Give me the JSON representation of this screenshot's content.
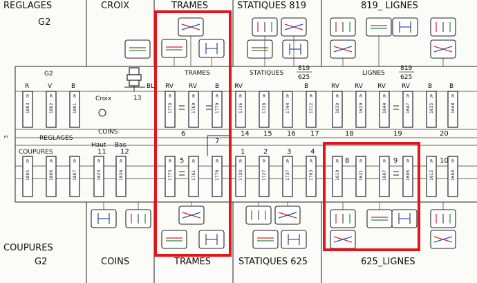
{
  "headers": {
    "top": [
      "REGLAGES",
      "G2",
      "CROIX",
      "TRAMES",
      "STATIQUES 819",
      "819_ LIGNES"
    ],
    "bottom": [
      "COUPURES",
      "G2",
      "COINS",
      "TRAMES",
      "STATIQUES 625",
      "625_LIGNES"
    ]
  },
  "upper_labels": {
    "g2": "G2",
    "rvb": [
      "R",
      "V",
      "B"
    ],
    "bl": "BL",
    "bl_num": "13",
    "croix": "Croix",
    "trames": "TRAMES",
    "statiques": "STATIQUES",
    "frac_top": "819",
    "frac_bot": "625",
    "lignes": "LIGNES",
    "frac2_top": "819",
    "frac2_bot": "625",
    "rv": "RV",
    "b": "B"
  },
  "upper_resistors": [
    "1803",
    "1802",
    "1801",
    "1770",
    "1769",
    "1779",
    "1736",
    "1728",
    "1744",
    "1712",
    "1630",
    "1629",
    "1644",
    "1647",
    "1635",
    "1648"
  ],
  "upper_groups": [
    "6",
    "14",
    "15",
    "16",
    "17",
    "18",
    "19",
    "20"
  ],
  "mid_labels": {
    "reglages": "REGLAGES",
    "coupures": "COUPURES",
    "coins": "COINS",
    "haut": "Haut",
    "bas": "Bas",
    "seven": "7"
  },
  "lower_groups": [
    "11",
    "12",
    "5",
    "1",
    "2",
    "3",
    "4",
    "8",
    "9",
    "10"
  ],
  "lower_resistors": [
    "1805",
    "1806",
    "1807",
    "1823",
    "1824",
    "1773",
    "1761",
    "1778",
    "1720",
    "1727",
    "1737",
    "1703",
    "1619",
    "1621",
    "1607",
    "1606",
    "1615",
    "1604"
  ],
  "resistor_mark": "R",
  "side_mark": "3",
  "colors": {
    "highlight": "#e0161b",
    "line_red": "#d42020",
    "line_green": "#1f8a3a",
    "line_blue": "#1e4fbf"
  }
}
